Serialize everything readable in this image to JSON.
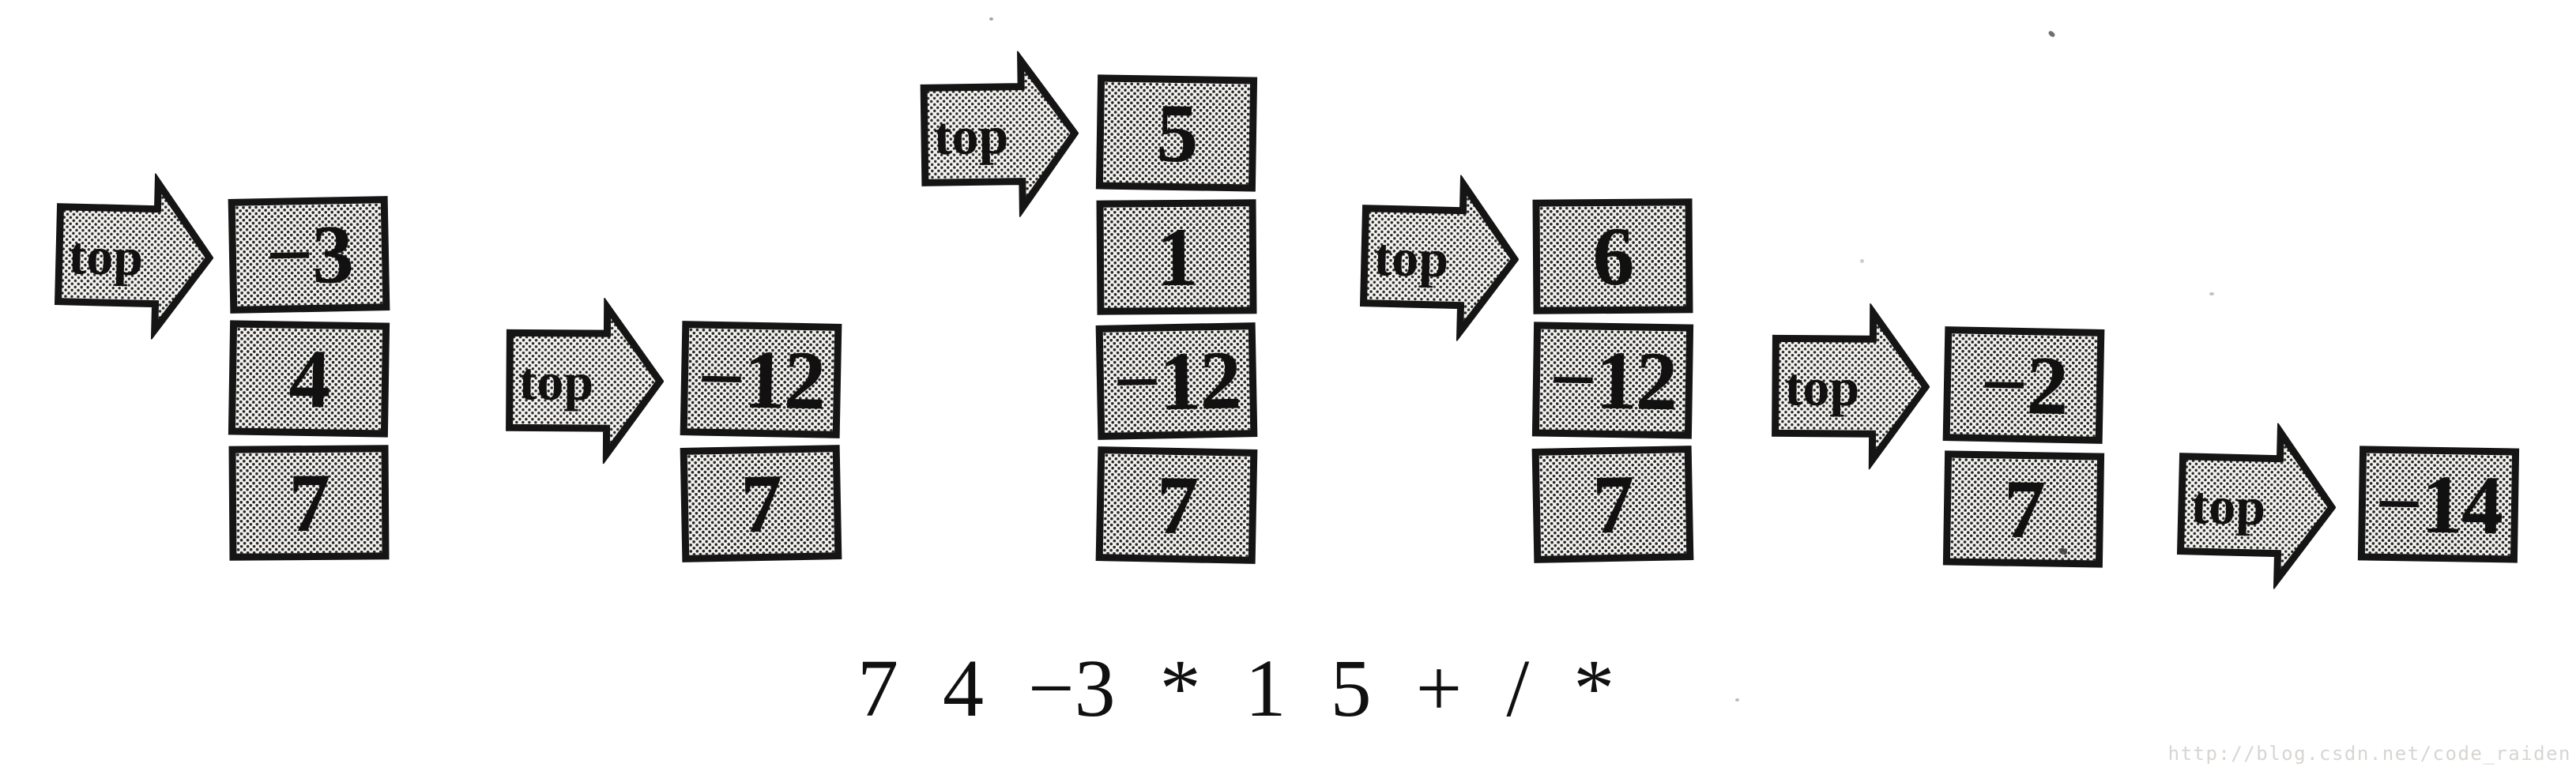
{
  "stages": [
    {
      "pointer_label": "top",
      "cells": [
        "−3",
        "4",
        "7"
      ]
    },
    {
      "pointer_label": "top",
      "cells": [
        "−12",
        "7"
      ]
    },
    {
      "pointer_label": "top",
      "cells": [
        "5",
        "1",
        "−12",
        "7"
      ]
    },
    {
      "pointer_label": "top",
      "cells": [
        "6",
        "−12",
        "7"
      ]
    },
    {
      "pointer_label": "top",
      "cells": [
        "−2",
        "7"
      ]
    },
    {
      "pointer_label": "top",
      "cells": [
        "−14"
      ]
    }
  ],
  "expression": {
    "text": "7 4 −3 * 1 5 + / *",
    "tokens": [
      "7",
      "4",
      "−3",
      "*",
      "1",
      "5",
      "+",
      "/",
      "*"
    ]
  },
  "watermark": "http://blog.csdn.net/code_raiden",
  "colors": {
    "ink": "#151515",
    "halftone_dot": "#262626",
    "halftone_bg": "#f5f3f0",
    "watermark": "#d8d5d2",
    "paper": "#ffffff"
  }
}
